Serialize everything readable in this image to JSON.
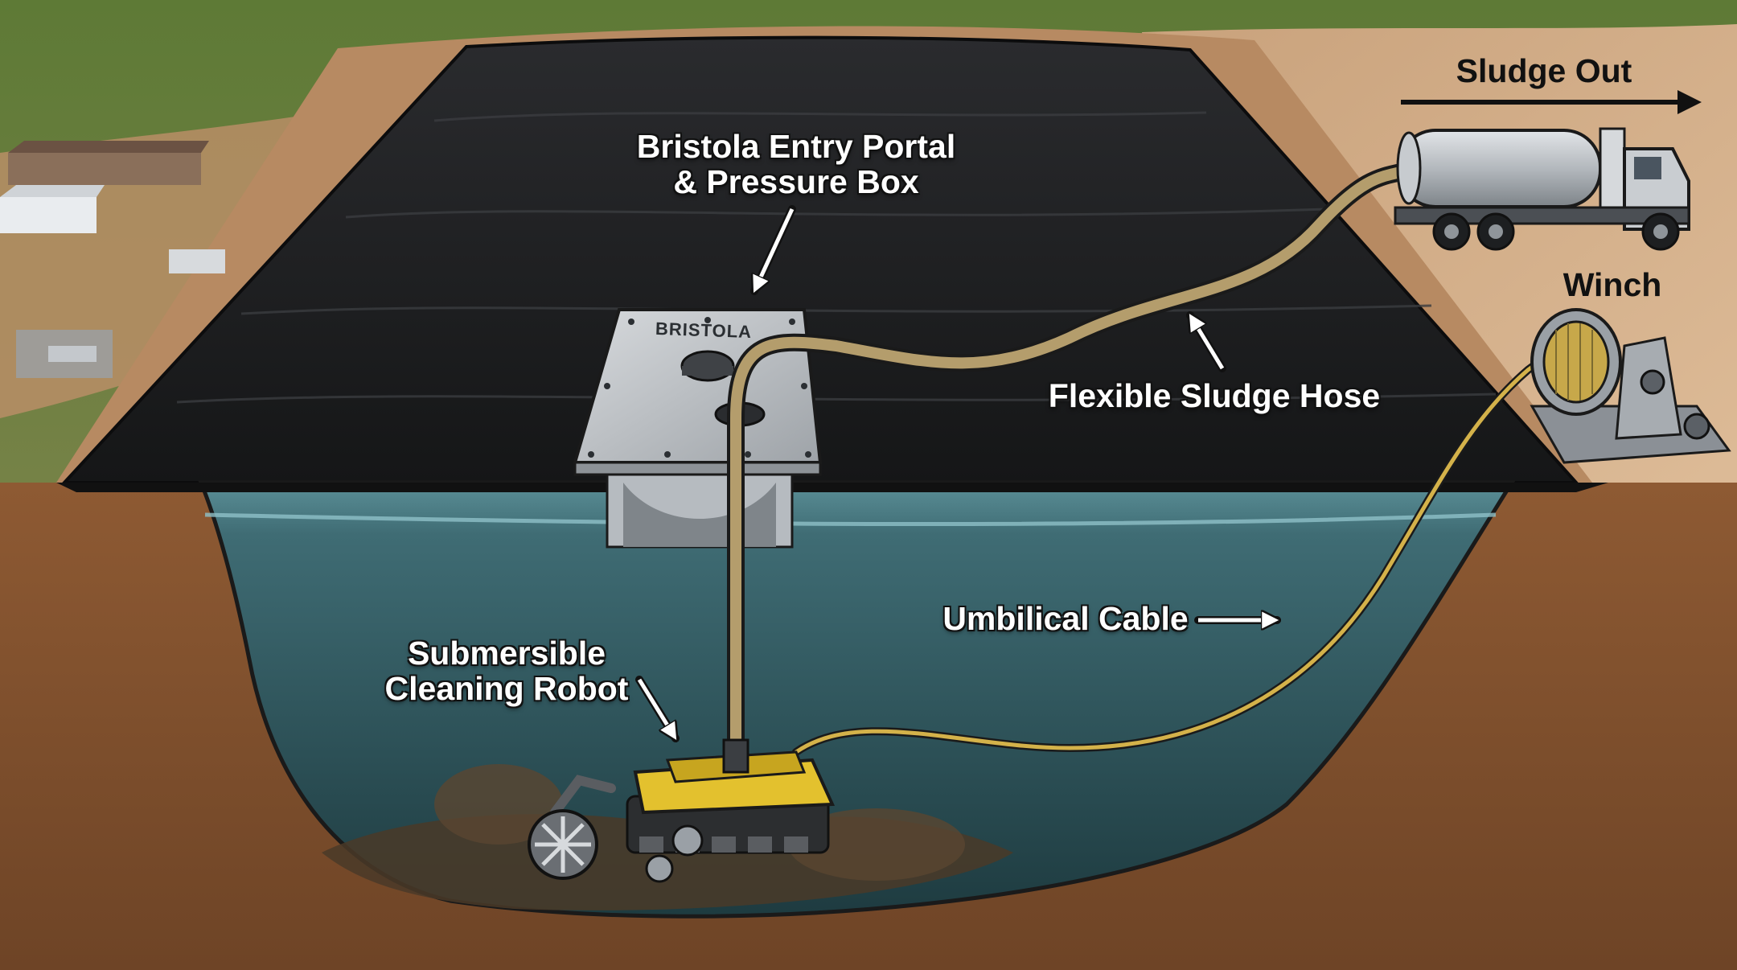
{
  "labels": {
    "entry_portal": [
      "Bristola Entry Portal",
      "& Pressure Box"
    ],
    "sludge_out": "Sludge Out",
    "winch": "Winch",
    "flexible_hose": "Flexible Sludge Hose",
    "umbilical_cable": "Umbilical Cable",
    "robot": [
      "Submersible",
      "Cleaning Robot"
    ],
    "box_brand": "BRISTOLA"
  },
  "colors": {
    "liner": "#1c1d1f",
    "water": "#3f6b72",
    "soil": "#8a5632",
    "hose": "#b49d6c",
    "cable": "#d4b24a",
    "robot": "#e3c12e",
    "truck": "#b9bec4"
  }
}
